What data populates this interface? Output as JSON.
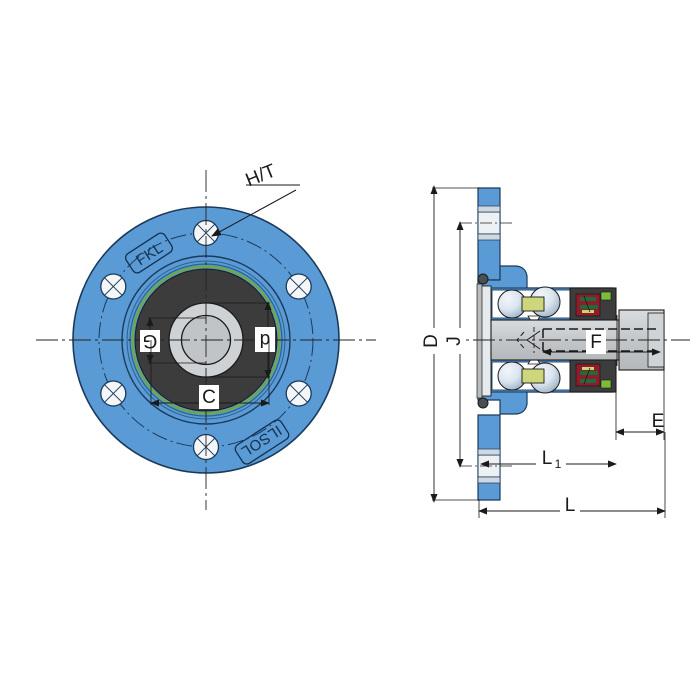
{
  "drawing": {
    "title": "Flanged bearing unit — front view and sectional side view",
    "background_color": "#ffffff"
  },
  "colors": {
    "flange_blue": "#5b9bd5",
    "flange_blue_dark": "#3f7cb4",
    "outline": "#1a3a5c",
    "hub_dark": "#3c3c3c",
    "hub_light_gray": "#c9cbcd",
    "seal_green": "#6aa84f",
    "cage_olive": "#cdd67a",
    "ball_gradient_light": "#e8eef5",
    "ball_gradient_dark": "#9fb8cf",
    "seal_red": "#8f1b2b",
    "seal_green_dark": "#1f6b3a",
    "shaft_gray": "#bfc3c6",
    "dim_line": "#1a1a1a",
    "centerline": "#222222"
  },
  "front_view": {
    "name": "front-view",
    "brand_label": "FKL",
    "part_label": "ILSOL",
    "bolt_hole_count": 6,
    "labels": {
      "ht": "H/T",
      "d": "d",
      "g": "G",
      "c": "C"
    }
  },
  "section_view": {
    "name": "section-view",
    "labels": {
      "D": "D",
      "J": "J",
      "F": "F",
      "E": "E",
      "L1": "L",
      "L1_sub": "1",
      "L": "L"
    }
  },
  "dimension_list": [
    {
      "symbol": "H/T",
      "view": "front"
    },
    {
      "symbol": "d",
      "view": "front"
    },
    {
      "symbol": "G",
      "view": "front"
    },
    {
      "symbol": "C",
      "view": "front"
    },
    {
      "symbol": "D",
      "view": "section"
    },
    {
      "symbol": "J",
      "view": "section"
    },
    {
      "symbol": "F",
      "view": "section"
    },
    {
      "symbol": "E",
      "view": "section"
    },
    {
      "symbol": "L1",
      "view": "section"
    },
    {
      "symbol": "L",
      "view": "section"
    }
  ]
}
